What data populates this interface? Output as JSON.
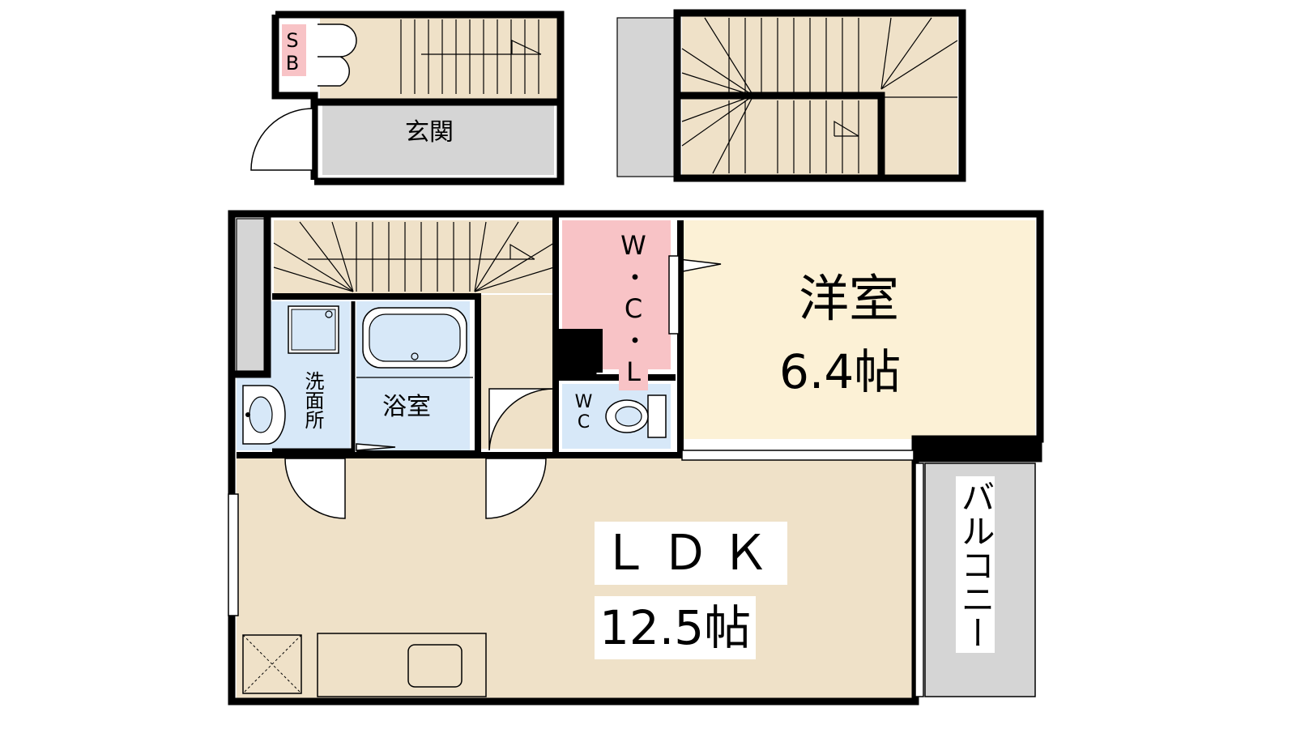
{
  "colors": {
    "floor": "#efe1c8",
    "bath": "#d7e8f8",
    "closet": "#f8c3c6",
    "bedroom": "#fcf1d6",
    "entry": "#d5d5d5",
    "wall": "#000000"
  },
  "entrance": {
    "shoe_box": "SB",
    "genkan": "玄関"
  },
  "rooms": {
    "western": {
      "name": "洋室",
      "size": "6.4帖"
    },
    "ldk": {
      "name": "ＬＤＫ",
      "size": "12.5帖"
    },
    "walk_in_closet": "W・C・L",
    "wc": "WC",
    "washroom": "洗面所",
    "bathroom": "浴室",
    "balcony": "バルコニー"
  }
}
